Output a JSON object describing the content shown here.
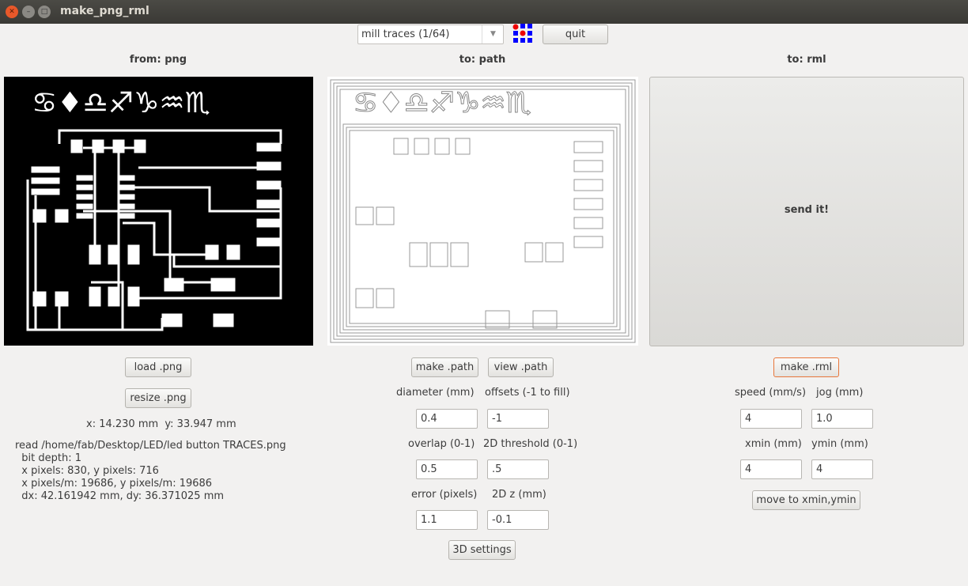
{
  "window": {
    "title": "make_png_rml"
  },
  "toolbar": {
    "mode_select": "mill traces (1/64)",
    "quit_label": "quit"
  },
  "columns": {
    "from": "from: png",
    "path": "to: path",
    "rml": "to: rml"
  },
  "png": {
    "load_label": "load .png",
    "resize_label": "resize .png",
    "coords": "x: 14.230 mm  y: 33.947 mm",
    "info": [
      "read /home/fab/Desktop/LED/led button TRACES.png",
      "  bit depth: 1",
      "  x pixels: 830, y pixels: 716",
      "  x pixels/m: 19686, y pixels/m: 19686",
      "  dx: 42.161942 mm, dy: 36.371025 mm"
    ]
  },
  "path": {
    "make_label": "make .path",
    "view_label": "view .path",
    "diameter_label": "diameter (mm)",
    "diameter": "0.4",
    "offsets_label": "offsets (-1 to fill)",
    "offsets": "-1",
    "overlap_label": "overlap (0-1)",
    "overlap": "0.5",
    "threshold_label": "2D threshold (0-1)",
    "threshold": ".5",
    "error_label": "error (pixels)",
    "error": "1.1",
    "z_label": "2D z (mm)",
    "z": "-0.1",
    "settings_3d_label": "3D settings"
  },
  "rml": {
    "send_label": "send it!",
    "make_label": "make .rml",
    "speed_label": "speed (mm/s)",
    "speed": "4",
    "jog_label": "jog (mm)",
    "jog": "1.0",
    "xmin_label": "xmin (mm)",
    "xmin": "4",
    "ymin_label": "ymin (mm)",
    "ymin": "4",
    "move_label": "move to xmin,ymin"
  },
  "colors": {
    "titlebar": "#3c3b37",
    "close": "#e8582a",
    "rml_accent": "#e8763a"
  }
}
